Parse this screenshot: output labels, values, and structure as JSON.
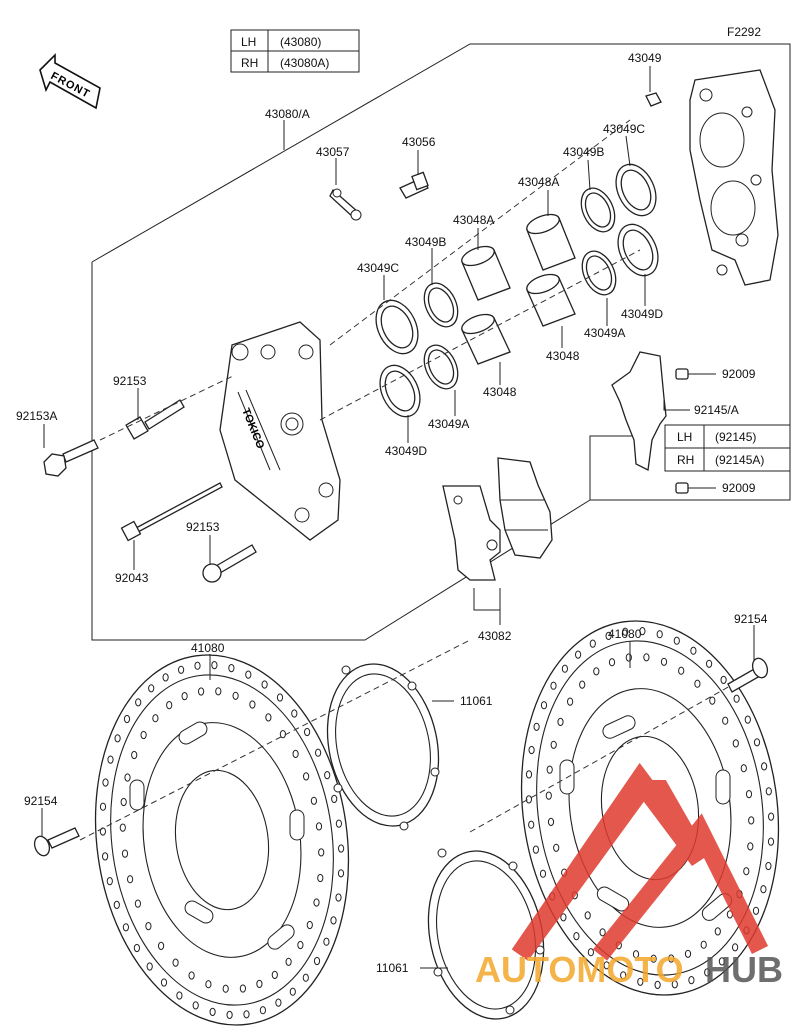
{
  "figure_code": "F2292",
  "front_label": "FRONT",
  "part_labels": {
    "caliper_assy": "43080/A",
    "bleeder_cap": "43057",
    "bleeder_valve": "43056",
    "piston_a_upper": "43048A",
    "piston_a_lower": "43048A",
    "piston_upper": "43048",
    "piston_lower": "43048",
    "seal_c_left": "43049C",
    "seal_c_right": "43049C",
    "seal_b_left": "43049B",
    "seal_b_right": "43049B",
    "seal_a_left": "43049A",
    "seal_a_right": "43049A",
    "seal_d_left": "43049D",
    "seal_d_right": "43049D",
    "seal_top": "43049",
    "bolt_upper": "92153",
    "bolt_lower": "92153",
    "bolt_a": "92153A",
    "pin": "92043",
    "pads": "43082",
    "bracket_bolt_top": "92009",
    "bracket_bolt_bottom": "92009",
    "bracket": "92145/A",
    "disc_left": "41080",
    "disc_right": "41080",
    "disc_bolt_left": "92154",
    "disc_bolt_right": "92154",
    "gasket_upper": "11061",
    "gasket_lower": "11061"
  },
  "caliper_table": [
    {
      "side": "LH",
      "part": "(43080)"
    },
    {
      "side": "RH",
      "part": "(43080A)"
    }
  ],
  "bracket_table": [
    {
      "side": "LH",
      "part": "(92145)"
    },
    {
      "side": "RH",
      "part": "(92145A)"
    }
  ],
  "caliper_marking": "TOKICO",
  "watermark": {
    "text_a": "AUTOMOTO",
    "text_b": "HUB",
    "color_a": "#f4a72a",
    "color_b": "#555555",
    "mark_color": "#e03a2f"
  }
}
